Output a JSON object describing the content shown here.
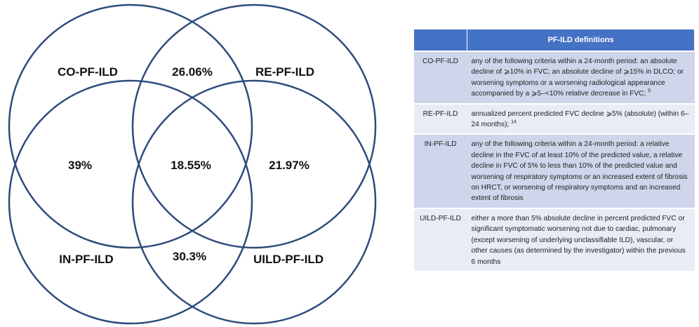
{
  "diagram": {
    "sets": [
      {
        "id": "co",
        "label": "CO-PF-ILD"
      },
      {
        "id": "re",
        "label": "RE-PF-ILD"
      },
      {
        "id": "in",
        "label": "IN-PF-ILD"
      },
      {
        "id": "uild",
        "label": "UILD-PF-ILD"
      }
    ],
    "regions": {
      "co_re": "26.06%",
      "co_in": "39%",
      "center": "18.55%",
      "re_uild": "21.97%",
      "in_uild": "30.3%"
    },
    "colors": {
      "circle_stroke": "#2f4b7c",
      "header_bg": "#4472c4",
      "row_dark": "#cfd5ea",
      "row_light": "#e9ebf5"
    }
  },
  "table": {
    "header": "PF-ILD definitions",
    "rows": [
      {
        "term": "CO-PF-ILD",
        "desc": "any of the following criteria within a 24-month period: an absolute decline of ⩾10% in FVC; an absolute decline of ⩾15% in DLCO; or worsening symptoms or a worsening radiological appearance accompanied by a ⩾5–<10% relative decrease in FVC;",
        "ref": "5"
      },
      {
        "term": "RE-PF-ILD",
        "desc": "annualized percent predicted FVC decline ⩾5% (absolute) (within 6–24 months);",
        "ref": "14"
      },
      {
        "term": "IN-PF-ILD",
        "desc": "any of the following criteria within a 24-month period: a relative decline in the FVC of at least 10% of the predicted value, a relative decline in FVC of 5% to less than 10% of the predicted value and worsening of respiratory symptoms or an increased extent of fibrosis on HRCT, or worsening of respiratory symptoms and an increased extent of fibrosis",
        "ref": ""
      },
      {
        "term": "UILD-PF-ILD",
        "desc": "either a more than 5% absolute decline in percent predicted FVC or significant symptomatic worsening not due to cardiac, pulmonary (except worsening of underlying unclassifiable ILD), vascular, or other causes (as determined by the investigator) within the previous 6 months",
        "ref": ""
      }
    ]
  }
}
